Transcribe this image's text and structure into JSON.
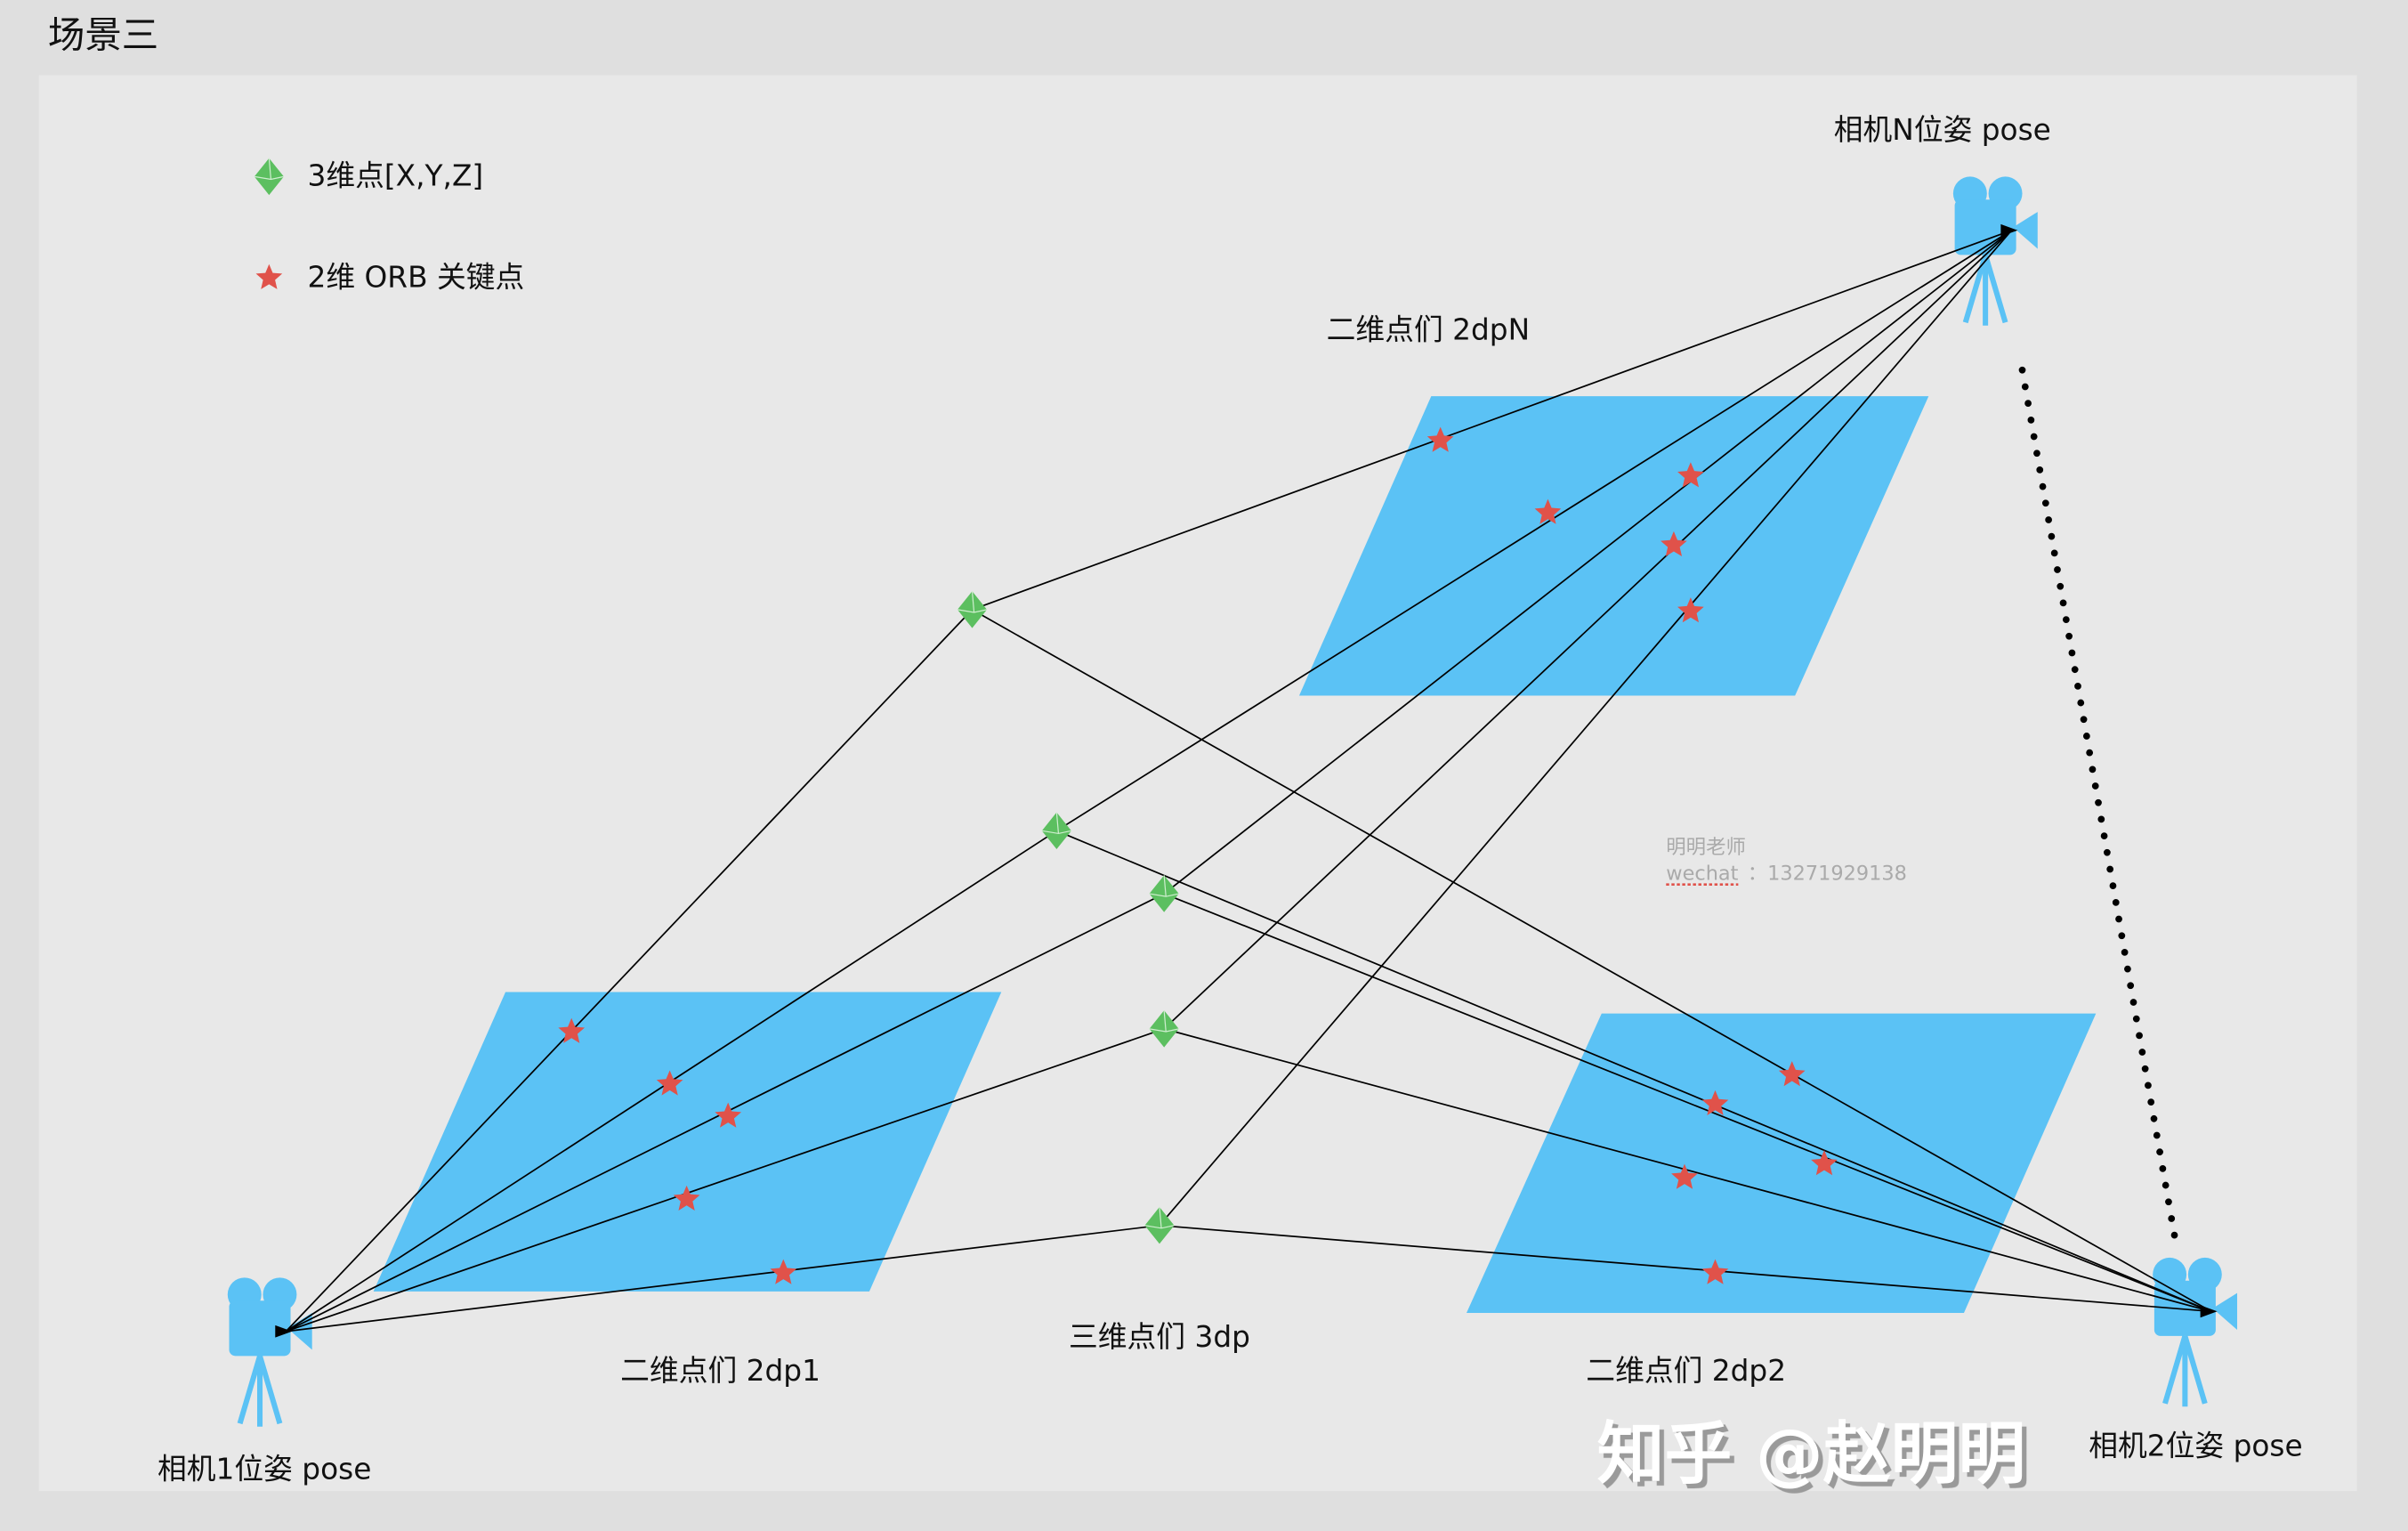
{
  "title": "场景三",
  "legend": {
    "point3d_label": "3维点[X,Y,Z]",
    "keypoint2d_label": "2维 ORB 关键点"
  },
  "cameras": {
    "cam1_label": "相机1位姿 pose",
    "cam2_label": "相机2位姿 pose",
    "camN_label": "相机N位姿 pose"
  },
  "planes": {
    "plane1_label": "二维点们 2dp1",
    "plane2_label": "二维点们 2dp2",
    "planeN_label": "二维点们 2dpN"
  },
  "points3d_label": "三维点们 3dp",
  "note": {
    "name": "明明老师",
    "wechat_label": "wechat",
    "wechat_value": "：13271929138"
  },
  "watermark": "知乎 @赵明明",
  "colors": {
    "background": "#dfdfdf",
    "canvas": "#e8e8e8",
    "plane": "#5bc2f5",
    "camera": "#5bc2f5",
    "point3d": "#5cbf60",
    "keypoint": "#e0524a",
    "line": "#000000"
  }
}
